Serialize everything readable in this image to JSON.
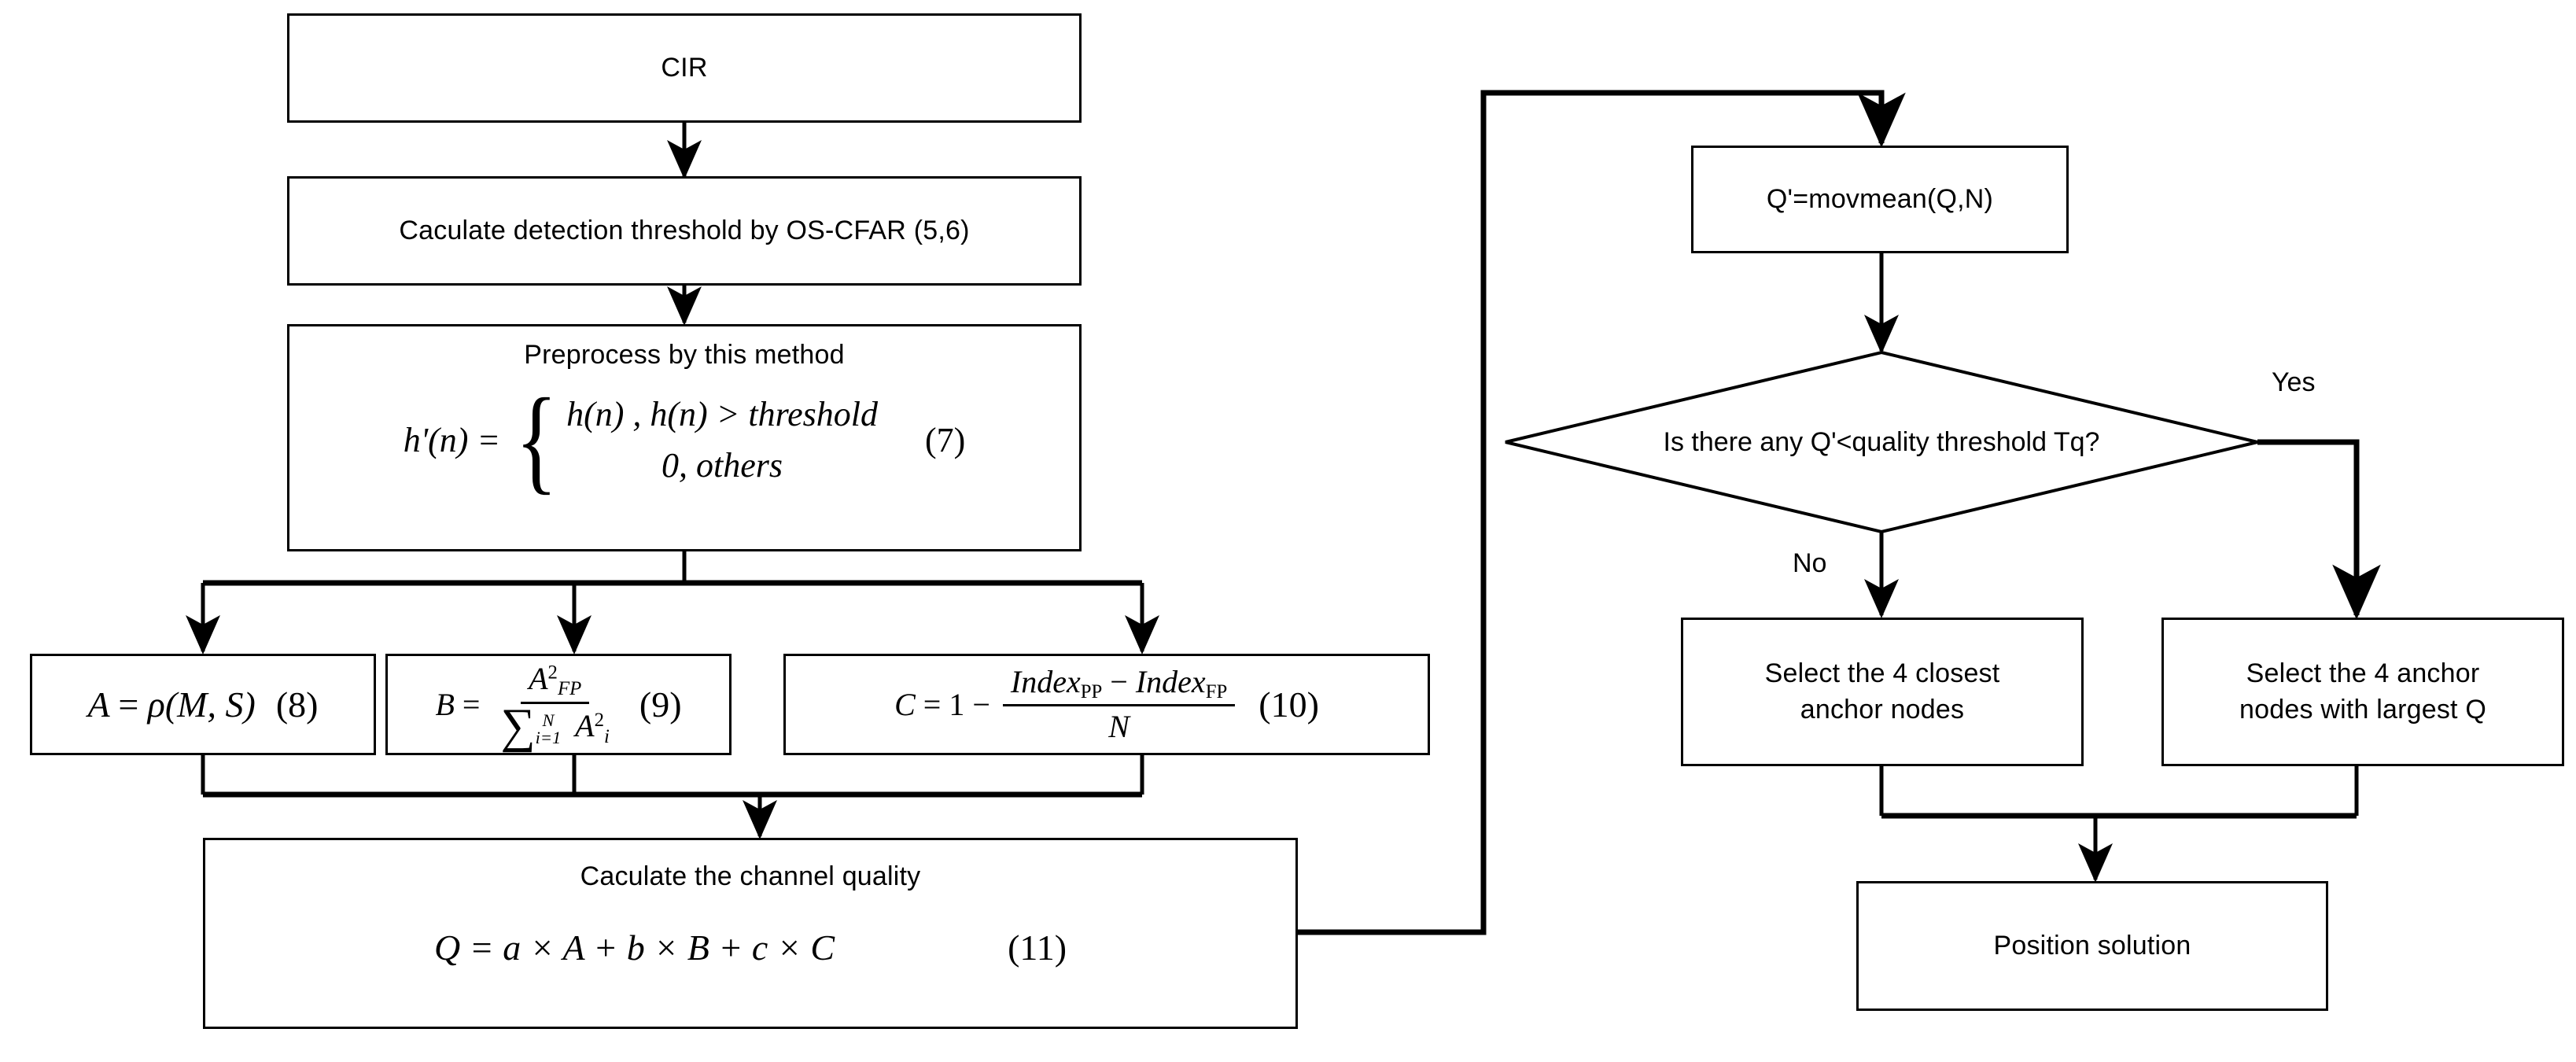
{
  "diagram": {
    "type": "flowchart",
    "title": "Channel quality assessment and anchor node selection flowchart",
    "background_color": "#ffffff",
    "line_color": "#000000",
    "text_color": "#000000"
  },
  "nodes": {
    "cir": {
      "label": "CIR",
      "shape": "rectangle"
    },
    "cfar": {
      "label": "Caculate detection threshold by OS-CFAR (5,6)",
      "shape": "rectangle"
    },
    "preprocess": {
      "title": "Preprocess by this method",
      "shape": "rectangle",
      "formula_lhs": "h'(n) =",
      "case_1": "h(n) , h(n) > threshold",
      "case_2": "0, others",
      "eq_number": "(7)"
    },
    "formula_a": {
      "shape": "rectangle",
      "expr": "A = ρ(M, S)",
      "lhs": "A",
      "eq": "=",
      "rho": "ρ",
      "args": "(M, S)",
      "eq_number": "(8)"
    },
    "formula_b": {
      "shape": "rectangle",
      "lhs": "B",
      "eq": "=",
      "numerator": "A",
      "numerator_sup": "2",
      "numerator_sub": "FP",
      "denominator_sum": "∑",
      "denominator_sum_top": "N",
      "denominator_sum_bottom": "i=1",
      "denominator_term": "A",
      "denominator_term_sup": "2",
      "denominator_term_sub": "i",
      "eq_number": "(9)"
    },
    "formula_c": {
      "shape": "rectangle",
      "lhs": "C",
      "eq": "=",
      "one": "1",
      "minus": "−",
      "numerator": "Index",
      "numerator_sub_1": "PP",
      "numerator_minus": "−",
      "numerator_2": "Index",
      "numerator_sub_2": "FP",
      "denominator": "N",
      "eq_number": "(10)"
    },
    "quality": {
      "title": "Caculate the channel quality",
      "shape": "rectangle",
      "formula": "Q = a × A + b × B + c × C",
      "eq_number": "(11)"
    },
    "movmean": {
      "label": "Q'=movmean(Q,N)",
      "shape": "rectangle"
    },
    "decision": {
      "label": "Is there any Q'<quality threshold Tq?",
      "shape": "diamond"
    },
    "select_closest": {
      "line1": "Select the 4 closest",
      "line2": "anchor nodes",
      "shape": "rectangle"
    },
    "select_largest_q": {
      "line1": "Select the 4 anchor",
      "line2": "nodes with largest Q",
      "shape": "rectangle"
    },
    "position": {
      "label": "Position solution",
      "shape": "rectangle"
    }
  },
  "edge_labels": {
    "yes": "Yes",
    "no": "No"
  },
  "edges": [
    {
      "from": "cir",
      "to": "cfar",
      "label": ""
    },
    {
      "from": "cfar",
      "to": "preprocess",
      "label": ""
    },
    {
      "from": "preprocess",
      "to": "formula_a",
      "label": ""
    },
    {
      "from": "preprocess",
      "to": "formula_b",
      "label": ""
    },
    {
      "from": "preprocess",
      "to": "formula_c",
      "label": ""
    },
    {
      "from": "formula_a",
      "to": "quality",
      "label": ""
    },
    {
      "from": "formula_b",
      "to": "quality",
      "label": ""
    },
    {
      "from": "formula_c",
      "to": "quality",
      "label": ""
    },
    {
      "from": "quality",
      "to": "movmean",
      "label": ""
    },
    {
      "from": "movmean",
      "to": "decision",
      "label": ""
    },
    {
      "from": "decision",
      "to": "select_closest",
      "label": "No"
    },
    {
      "from": "decision",
      "to": "select_largest_q",
      "label": "Yes"
    },
    {
      "from": "select_closest",
      "to": "position",
      "label": ""
    },
    {
      "from": "select_largest_q",
      "to": "position",
      "label": ""
    }
  ]
}
